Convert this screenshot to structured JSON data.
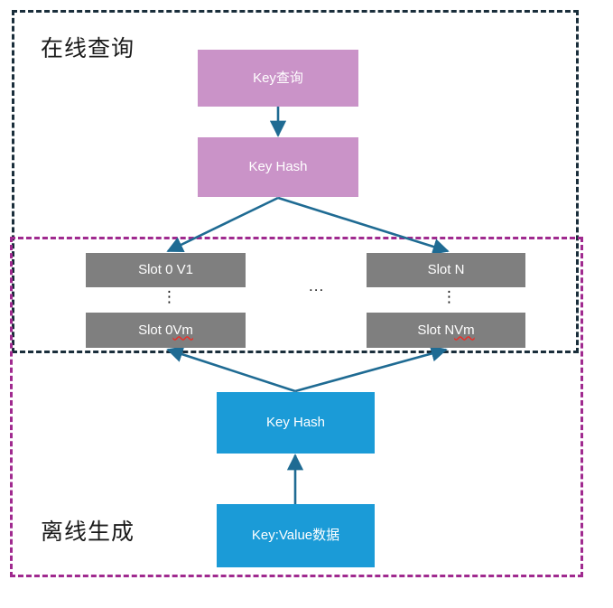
{
  "diagram": {
    "title_online": "在线查询",
    "title_offline": "离线生成",
    "colors": {
      "purple": "#ca93c8",
      "blue": "#1b9bd7",
      "gray": "#7f7f7f",
      "arrow": "#1f6b93",
      "online_border": "#1a2e3b",
      "offline_border": "#a02a8f",
      "spellcheck": "#e8302a"
    }
  },
  "nodes": {
    "key_query": "Key查询",
    "key_hash_online": "Key Hash",
    "slot0_v1": "Slot 0 V1",
    "slot0_vm_prefix": "Slot 0 ",
    "slot0_vm_suffix": "Vm",
    "slot_n": "Slot N",
    "slotn_vm_prefix": "Slot N ",
    "slotn_vm_suffix": "Vm",
    "key_hash_offline": "Key Hash",
    "kv_data": "Key:Value数据"
  },
  "ornaments": {
    "vertical_ellipsis_left": "⋮",
    "vertical_ellipsis_right": "⋮",
    "horizontal_ellipsis": "..."
  },
  "edges": [
    {
      "name": "key-query-to-key-hash",
      "from": "Key查询",
      "to": "Key Hash"
    },
    {
      "name": "key-hash-to-slot0v1",
      "from": "Key Hash",
      "to": "Slot 0 V1"
    },
    {
      "name": "key-hash-to-slotn",
      "from": "Key Hash",
      "to": "Slot N"
    },
    {
      "name": "offline-key-hash-to-slot0vm",
      "from": "Key Hash",
      "to": "Slot 0 Vm"
    },
    {
      "name": "offline-key-hash-to-slotnvm",
      "from": "Key Hash",
      "to": "Slot N Vm"
    },
    {
      "name": "kv-data-to-offline-key-hash",
      "from": "Key:Value数据",
      "to": "Key Hash"
    }
  ]
}
